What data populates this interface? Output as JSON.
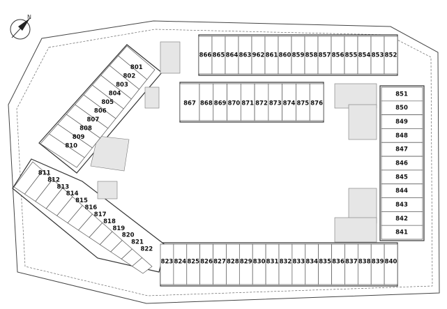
{
  "compass": {
    "icon": "north-arrow-icon",
    "label": "N"
  },
  "units": {
    "top_row": [
      "866",
      "865",
      "864",
      "863",
      "962",
      "861",
      "860",
      "859",
      "858",
      "857",
      "856",
      "855",
      "854",
      "853",
      "852"
    ],
    "inner_row": [
      "867",
      "868",
      "869",
      "870",
      "871",
      "872",
      "873",
      "874",
      "875",
      "876"
    ],
    "right_column": [
      "851",
      "850",
      "849",
      "848",
      "847",
      "846",
      "845",
      "844",
      "843",
      "842",
      "841"
    ],
    "bottom_row": [
      "823",
      "824",
      "825",
      "826",
      "827",
      "828",
      "829",
      "830",
      "831",
      "832",
      "833",
      "834",
      "835",
      "836",
      "837",
      "838",
      "839",
      "840"
    ],
    "upper_wing": [
      "801",
      "802",
      "803",
      "804",
      "805",
      "806",
      "807",
      "808",
      "809",
      "810"
    ],
    "lower_wing": [
      "811",
      "812",
      "813",
      "814",
      "815",
      "816",
      "817",
      "818",
      "819",
      "820",
      "821",
      "822"
    ]
  }
}
